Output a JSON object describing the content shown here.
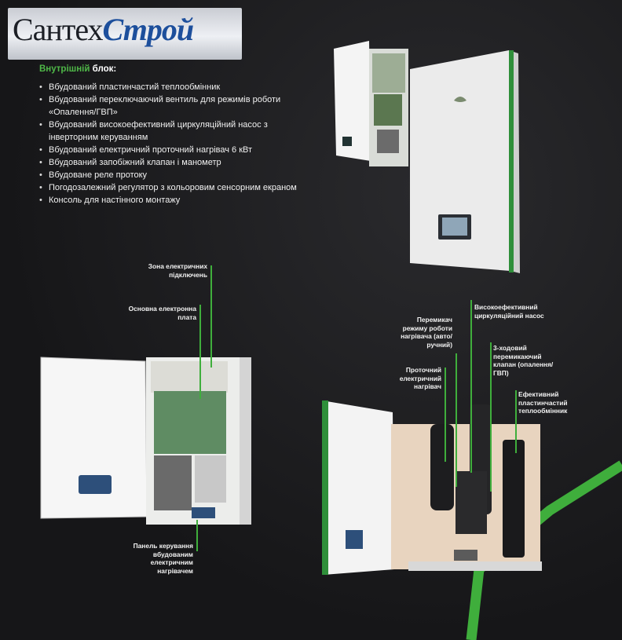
{
  "logo": {
    "part1": "Сантех",
    "part2": "Строй"
  },
  "heading": {
    "accent": "Внутрішній",
    "rest": " блок:"
  },
  "features": [
    "Вбудований пластинчастий теплообмінник",
    "Вбудований переключаючий вентиль для режимів роботи «Опалення/ГВП»",
    "Вбудований високоефективний циркуляційний насос з інверторним керуванням",
    "Вбудований електричний проточний нагрівач 6 кВт",
    "Вбудований запобіжний клапан і манометр",
    "Вбудоване реле протоку",
    "Погодозалежний регулятор з кольоровим сенсорним екраном",
    "Консоль для настінного монтажу"
  ],
  "labels": {
    "zone": "Зона електричних підключень",
    "board": "Основна електронна плата",
    "panel": "Панель керування вбудованим електричним нагрівачем",
    "switch_mode": "Перемикач режиму роботи нагрівача (авто/ручний)",
    "flow_heater": "Проточний електричний нагрівач",
    "pump": "Високоефективний циркуляційний насос",
    "valve": "3-ходовий перемикаючий клапан (опалення/ГВП)",
    "exchanger": "Ефективний пластинчастий теплообмінник"
  },
  "colors": {
    "accent": "#4fb848",
    "background": "#1b1b1d"
  }
}
